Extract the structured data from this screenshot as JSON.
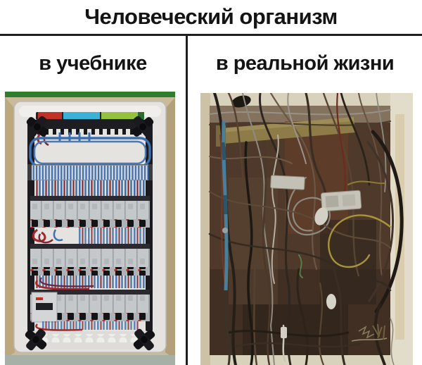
{
  "meme": {
    "title": "Человеческий организм",
    "columns": [
      {
        "label": "в учебнике",
        "photo": "tidy-breaker-panel-photo"
      },
      {
        "label": "в реальной жизни",
        "photo": "tangled-wires-photo"
      }
    ]
  },
  "colors": {
    "text": "#141414",
    "divider": "#1f1f1f",
    "panel_green_top": "#2f7c2c",
    "panel_beige": "#c9ba9c",
    "wire_blue": "#3d6fb0",
    "wire_red": "#a2282c",
    "wall_cream": "#d8d1bc",
    "recess_brown": "#4f392a",
    "beam_wood": "#8e7c48"
  }
}
